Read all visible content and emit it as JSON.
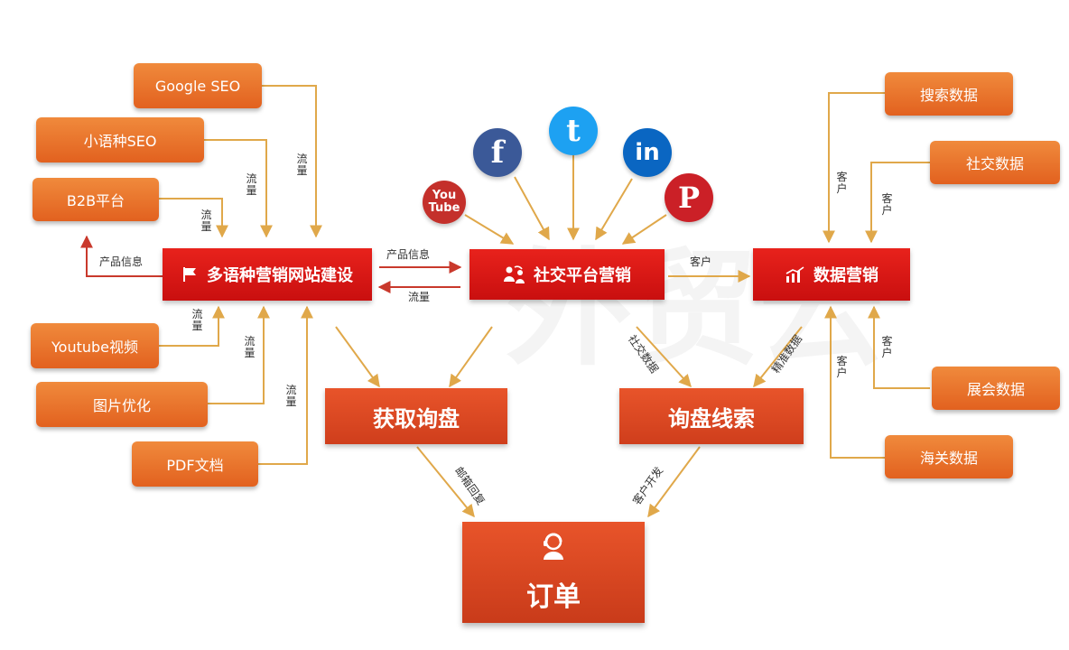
{
  "colors": {
    "source_orange": "#e8732c",
    "hub_red": "#d8181a",
    "result_orange": "#d9471f",
    "arrow_gold": "#e0a84a",
    "arrow_red": "#c9392c"
  },
  "sources_left": {
    "google_seo": "Google SEO",
    "minor_lang_seo": "小语种SEO",
    "b2b": "B2B平台",
    "youtube_video": "Youtube视频",
    "image_opt": "图片优化",
    "pdf_doc": "PDF文档"
  },
  "sources_right": {
    "search_data": "搜索数据",
    "social_data": "社交数据",
    "expo_data": "展会数据",
    "customs_data": "海关数据"
  },
  "hubs": {
    "website": "多语种营销网站建设",
    "social": "社交平台营销",
    "data": "数据营销"
  },
  "results": {
    "inquiry": "获取询盘",
    "leads": "询盘线索",
    "order": "订单"
  },
  "social_icons": [
    {
      "name": "youtube",
      "label_top": "You",
      "label_bottom": "Tube",
      "color": "#c4302b"
    },
    {
      "name": "facebook",
      "label": "f",
      "color": "#3b5998"
    },
    {
      "name": "twitter",
      "label": "t",
      "color": "#1da1f2"
    },
    {
      "name": "linkedin",
      "label": "in",
      "color": "#0a66c2"
    },
    {
      "name": "pinterest",
      "label": "P",
      "color": "#cb2027"
    }
  ],
  "labels": {
    "traffic": "流量",
    "product_info": "产品信息",
    "customer": "客户",
    "social_data_edge": "社交数据",
    "precise_data": "精准数据",
    "email_reply": "邮箱回复",
    "customer_dev": "客户开发"
  },
  "watermark": "外贸云"
}
